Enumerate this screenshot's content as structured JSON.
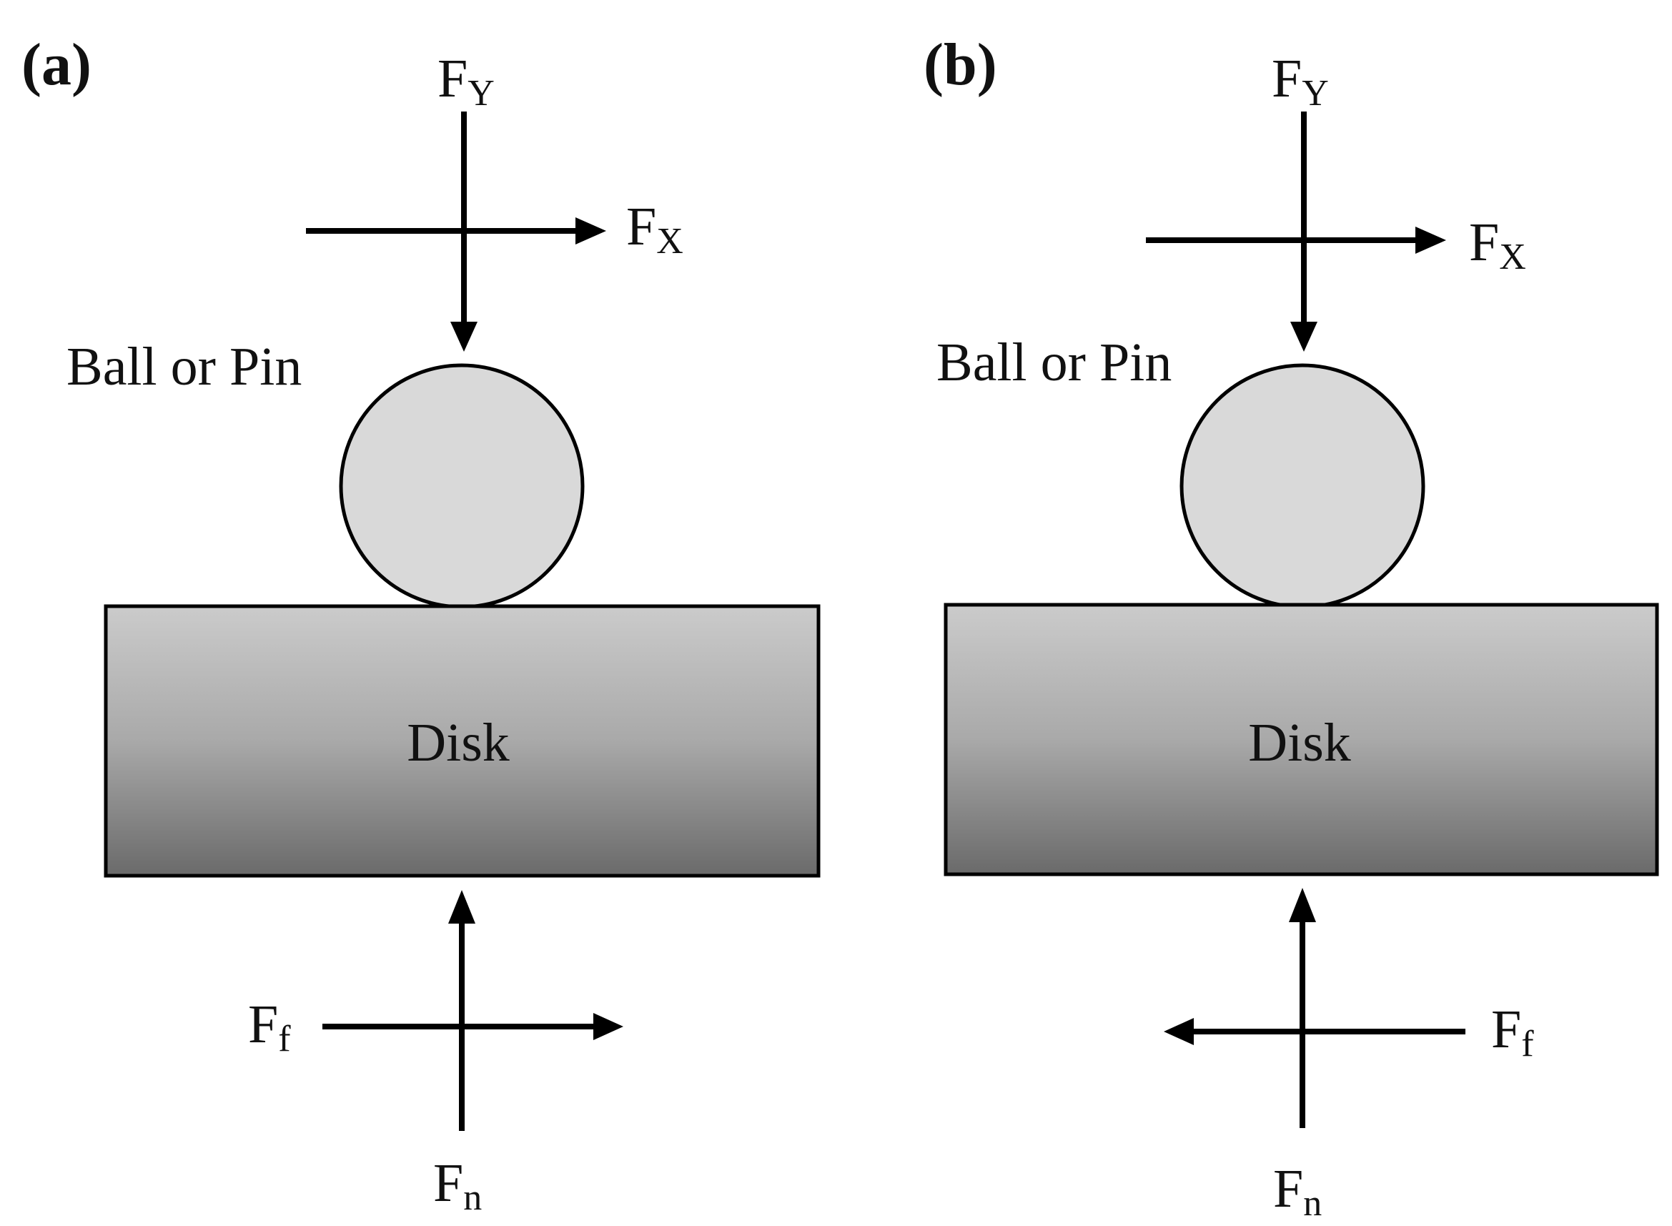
{
  "diagram": {
    "panels": [
      {
        "id": "a",
        "label": "(a)",
        "upper_forces": {
          "vertical": {
            "base": "F",
            "sub": "Y"
          },
          "horizontal": {
            "base": "F",
            "sub": "X",
            "direction": "right"
          }
        },
        "object_label": "Ball or Pin",
        "disk_label": "Disk",
        "lower_forces": {
          "normal": {
            "base": "F",
            "sub": "n",
            "direction": "up"
          },
          "friction": {
            "base": "F",
            "sub": "f",
            "direction": "right"
          }
        }
      },
      {
        "id": "b",
        "label": "(b)",
        "upper_forces": {
          "vertical": {
            "base": "F",
            "sub": "Y"
          },
          "horizontal": {
            "base": "F",
            "sub": "X",
            "direction": "right"
          }
        },
        "object_label": "Ball or Pin",
        "disk_label": "Disk",
        "lower_forces": {
          "normal": {
            "base": "F",
            "sub": "n",
            "direction": "up"
          },
          "friction": {
            "base": "F",
            "sub": "f",
            "direction": "left"
          }
        }
      }
    ],
    "colors": {
      "ball_fill": "#d9d9d9",
      "disk_gradient_top": "#cbcbcb",
      "disk_gradient_bottom": "#6a6a6a",
      "outline": "#000000"
    }
  }
}
